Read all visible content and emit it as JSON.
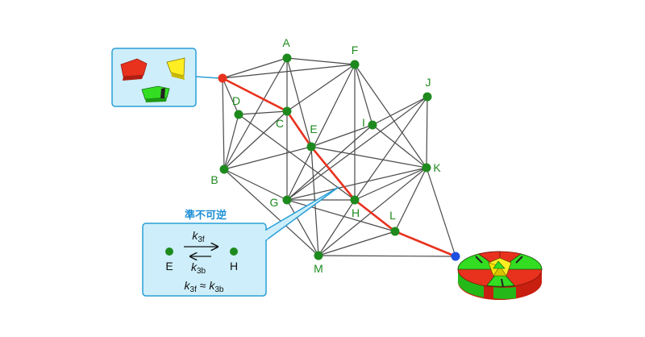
{
  "nodes": [
    {
      "id": "start",
      "label": ""
    },
    {
      "id": "A",
      "label": "A"
    },
    {
      "id": "F",
      "label": "F"
    },
    {
      "id": "J",
      "label": "J"
    },
    {
      "id": "D",
      "label": "D"
    },
    {
      "id": "C",
      "label": "C"
    },
    {
      "id": "E",
      "label": "E"
    },
    {
      "id": "I",
      "label": "I"
    },
    {
      "id": "K",
      "label": "K"
    },
    {
      "id": "B",
      "label": "B"
    },
    {
      "id": "G",
      "label": "G"
    },
    {
      "id": "H",
      "label": "H"
    },
    {
      "id": "L",
      "label": "L"
    },
    {
      "id": "M",
      "label": "M"
    },
    {
      "id": "end",
      "label": ""
    }
  ],
  "edges": [
    [
      "start",
      "A"
    ],
    [
      "start",
      "F"
    ],
    [
      "start",
      "D"
    ],
    [
      "start",
      "B"
    ],
    [
      "start",
      "C"
    ],
    [
      "A",
      "F"
    ],
    [
      "A",
      "C"
    ],
    [
      "A",
      "B"
    ],
    [
      "A",
      "E"
    ],
    [
      "F",
      "C"
    ],
    [
      "F",
      "I"
    ],
    [
      "F",
      "K"
    ],
    [
      "F",
      "G"
    ],
    [
      "F",
      "H"
    ],
    [
      "D",
      "C"
    ],
    [
      "D",
      "B"
    ],
    [
      "D",
      "H"
    ],
    [
      "C",
      "G"
    ],
    [
      "C",
      "B"
    ],
    [
      "C",
      "E"
    ],
    [
      "E",
      "K"
    ],
    [
      "E",
      "H"
    ],
    [
      "E",
      "M"
    ],
    [
      "E",
      "I"
    ],
    [
      "I",
      "K"
    ],
    [
      "I",
      "G"
    ],
    [
      "J",
      "K"
    ],
    [
      "J",
      "G"
    ],
    [
      "J",
      "H"
    ],
    [
      "J",
      "I"
    ],
    [
      "K",
      "H"
    ],
    [
      "K",
      "L"
    ],
    [
      "K",
      "M"
    ],
    [
      "K",
      "end"
    ],
    [
      "K",
      "G"
    ],
    [
      "B",
      "G"
    ],
    [
      "B",
      "M"
    ],
    [
      "B",
      "E"
    ],
    [
      "G",
      "H"
    ],
    [
      "G",
      "M"
    ],
    [
      "G",
      "L"
    ],
    [
      "H",
      "L"
    ],
    [
      "H",
      "M"
    ],
    [
      "L",
      "M"
    ],
    [
      "L",
      "end"
    ],
    [
      "M",
      "end"
    ]
  ],
  "highlighted_path": [
    "start",
    "C",
    "E",
    "H",
    "L",
    "end"
  ],
  "colors": {
    "edge": "#4a4a4a",
    "path": "#e8321e",
    "node": "#1e8a1e",
    "start_node": "#e8321e",
    "end_node": "#1f4fe0",
    "callout_fill": "#cdeefa",
    "callout_border": "#2a9fd6",
    "callout_title": "#1d8fd6"
  },
  "callout": {
    "title": "準不可逆",
    "left_node": "E",
    "right_node": "H",
    "k_forward": "k",
    "k_forward_sub": "3f",
    "k_backward": "k",
    "k_backward_sub": "3b",
    "approx_symbol": "≈"
  },
  "icons": {
    "unfolded": "unfolded-fragments-icon",
    "folded": "folded-protein-disk-icon"
  }
}
